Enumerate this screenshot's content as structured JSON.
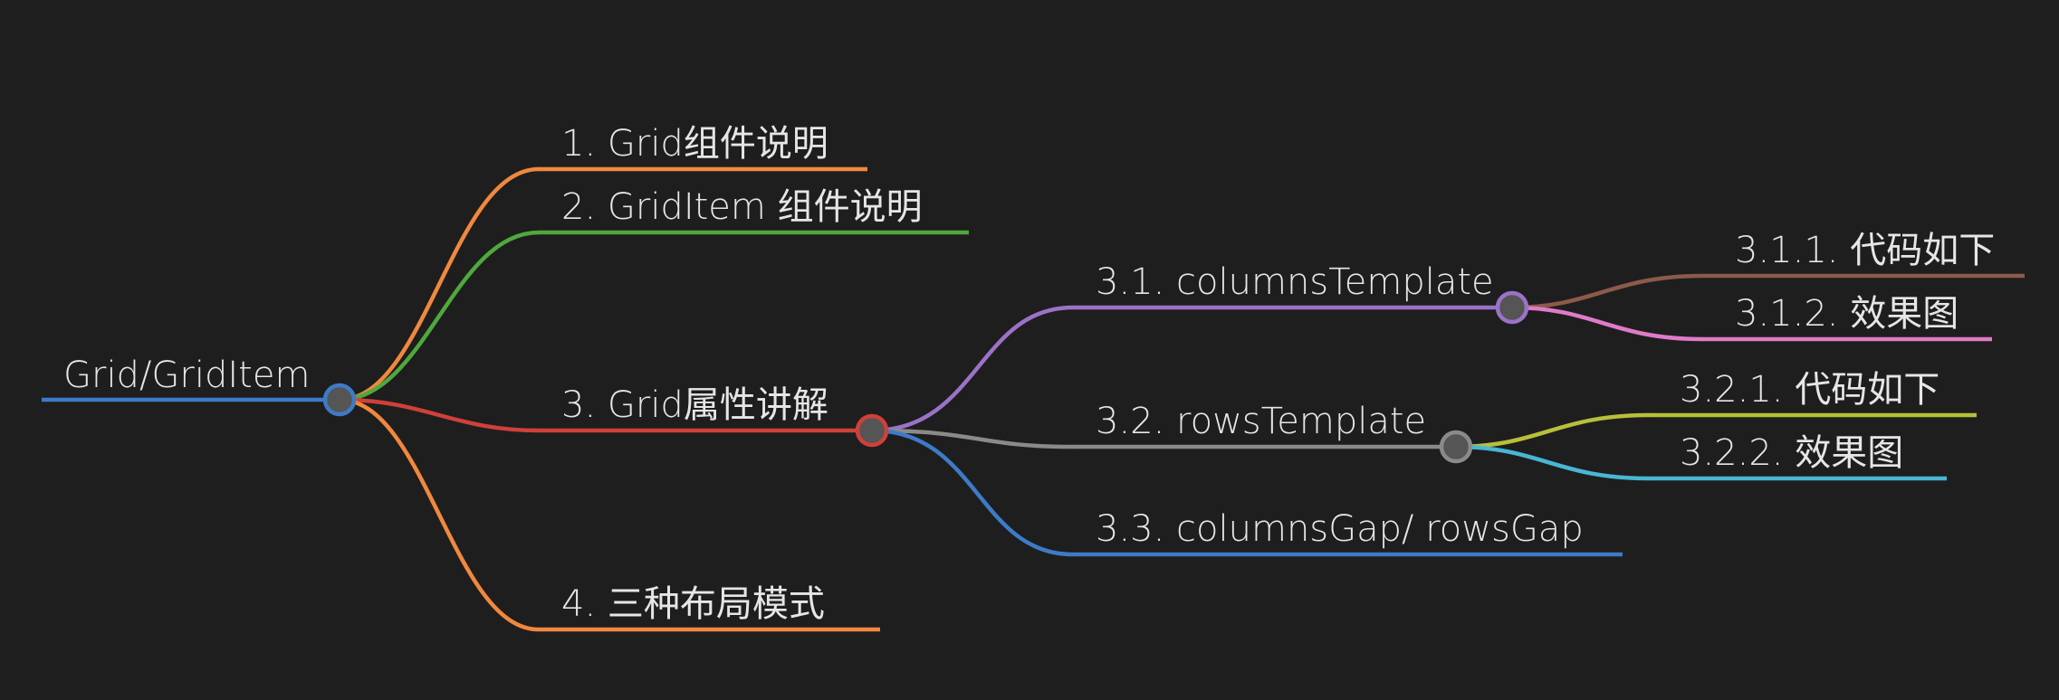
{
  "colors": {
    "background": "#1e1e1e",
    "text": "#e6e6e6",
    "knob_fill": "#555555"
  },
  "root": {
    "label": "Grid/GridItem",
    "color": "#3d7bc7"
  },
  "branches": [
    {
      "id": "b1",
      "label": "1. Grid组件说明",
      "color": "#f0883e"
    },
    {
      "id": "b2",
      "label": "2. GridItem 组件说明",
      "color": "#4fa83d"
    },
    {
      "id": "b3",
      "label": "3. Grid属性讲解",
      "color": "#d0403a"
    },
    {
      "id": "b4",
      "label": "4. 三种布局模式",
      "color": "#f0883e"
    }
  ],
  "sub_branches": [
    {
      "id": "s31",
      "label": "3.1. columnsTemplate",
      "color": "#9b72c8"
    },
    {
      "id": "s32",
      "label": "3.2. rowsTemplate",
      "color": "#8a8a8a"
    },
    {
      "id": "s33",
      "label": "3.3. columnsGap/ rowsGap",
      "color": "#3d7bc7"
    }
  ],
  "leaves": [
    {
      "id": "l311",
      "label": "3.1.1. 代码如下",
      "color": "#8c5a4a"
    },
    {
      "id": "l312",
      "label": "3.1.2. 效果图",
      "color": "#e07bc8"
    },
    {
      "id": "l321",
      "label": "3.2.1. 代码如下",
      "color": "#b8bf3a"
    },
    {
      "id": "l322",
      "label": "3.2.2. 效果图",
      "color": "#49b6d4"
    }
  ]
}
